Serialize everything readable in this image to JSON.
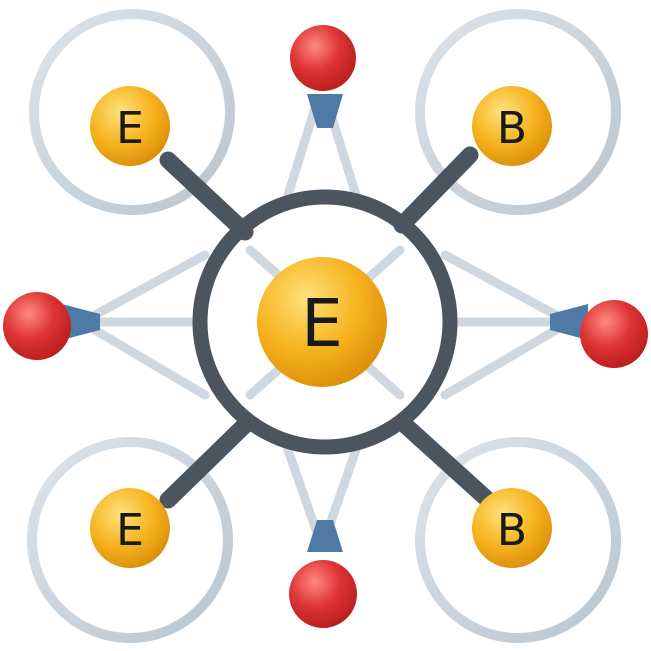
{
  "center_node": {
    "label": "E"
  },
  "corner_nodes": [
    {
      "id": "top-left",
      "label": "E"
    },
    {
      "id": "top-right",
      "label": "B"
    },
    {
      "id": "bottom-left",
      "label": "E"
    },
    {
      "id": "bottom-right",
      "label": "B"
    }
  ],
  "terminal_nodes": [
    "top",
    "left",
    "right",
    "bottom"
  ],
  "colors": {
    "background": "#ffffff",
    "node_gold": "#f5b21e",
    "node_gold_light": "#ffe27a",
    "node_gold_dark": "#d98a08",
    "terminal_red": "#dd3333",
    "terminal_red_light": "#ff8a80",
    "terminal_red_dark": "#b51c1c",
    "connector_blue": "#4f7aa6",
    "ring_dark": "#4b5560",
    "ring_light": "#c9d3dc",
    "strut_light": "#cfd8e0",
    "label_text": "#1a1a1a"
  }
}
